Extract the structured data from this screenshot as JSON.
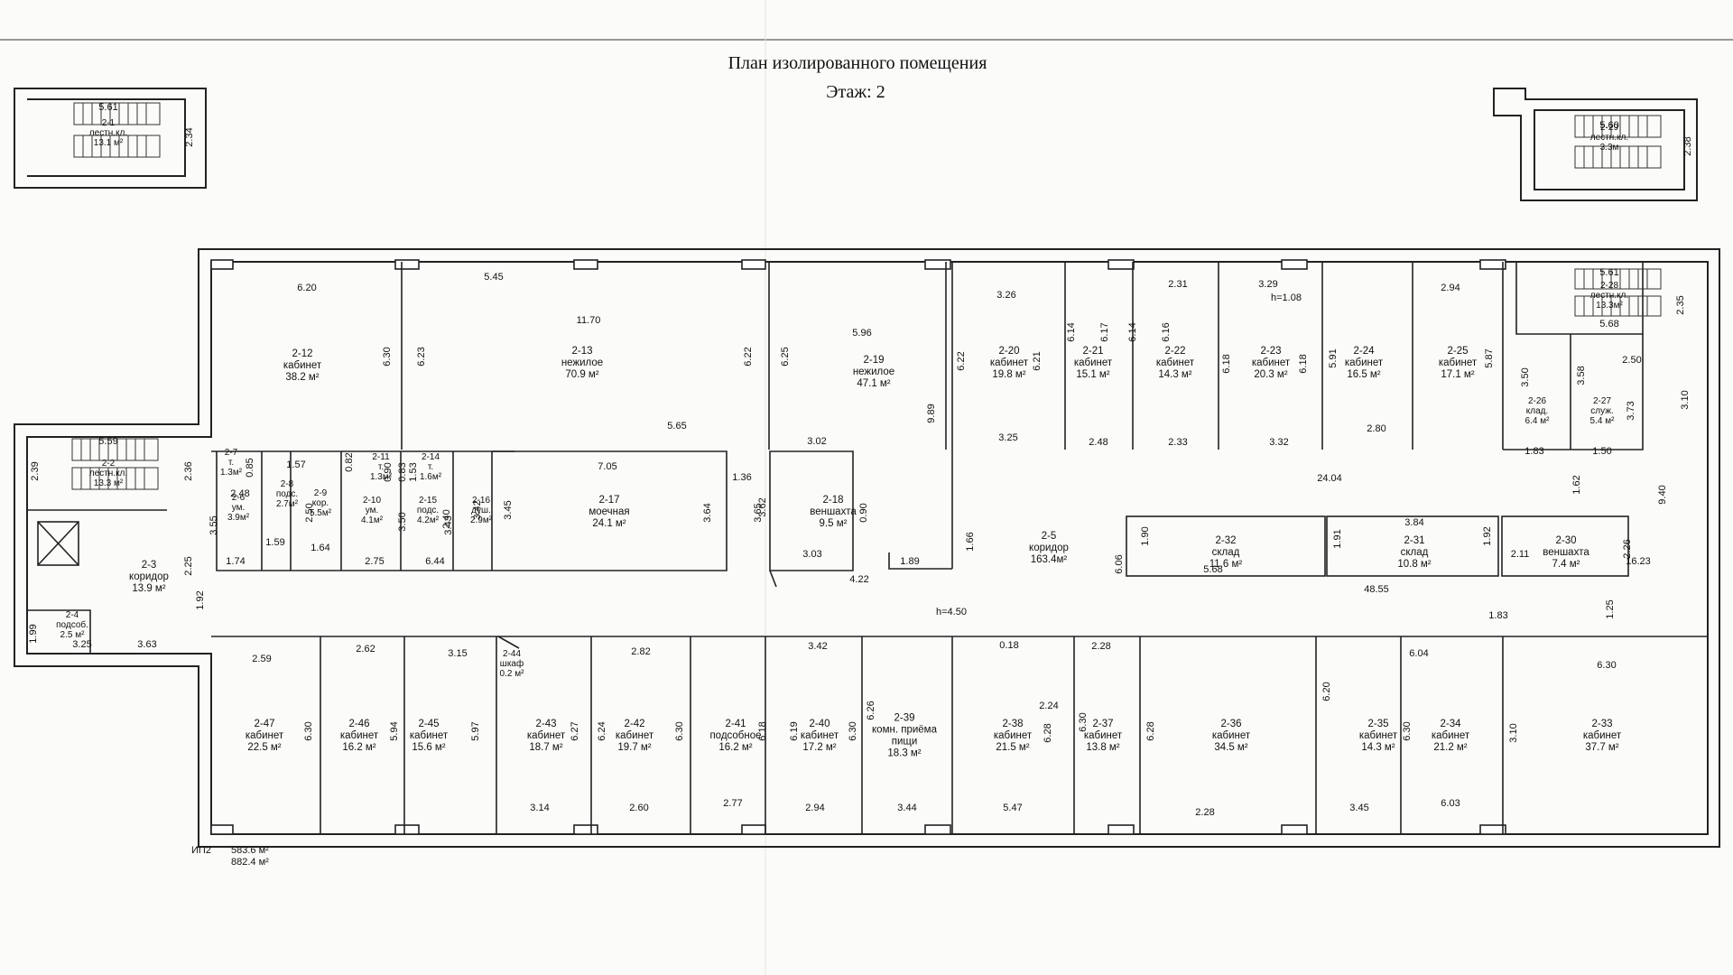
{
  "title": "План изолированного помещения",
  "floor": "Этаж: 2",
  "footer": {
    "code": "ИП2",
    "area1": "583.6 м²",
    "area2": "882.4 м²"
  },
  "rooms": [
    {
      "id": "2-1",
      "name": "лестн.кл.",
      "area": "13.1 м²"
    },
    {
      "id": "2-2",
      "name": "лестн.кл.",
      "area": "13.3 м²"
    },
    {
      "id": "2-3",
      "name": "коридор",
      "area": "13.9 м²"
    },
    {
      "id": "2-4",
      "name": "подсоб.",
      "area": "2.5 м²"
    },
    {
      "id": "2-5",
      "name": "коридор",
      "area": "163.4м²"
    },
    {
      "id": "2-6",
      "name": "ум.",
      "area": "3.9м²"
    },
    {
      "id": "2-7",
      "name": "т.",
      "area": "1.3м²"
    },
    {
      "id": "2-8",
      "name": "подс.",
      "area": "2.7м²"
    },
    {
      "id": "2-9",
      "name": "кор.",
      "area": "5.5м²"
    },
    {
      "id": "2-10",
      "name": "ум.",
      "area": "4.1м²"
    },
    {
      "id": "2-11",
      "name": "т.",
      "area": "1.3м²"
    },
    {
      "id": "2-12",
      "name": "кабинет",
      "area": "38.2 м²"
    },
    {
      "id": "2-13",
      "name": "нежилое",
      "area": "70.9 м²"
    },
    {
      "id": "2-14",
      "name": "т.",
      "area": "1.6м²"
    },
    {
      "id": "2-15",
      "name": "подс.",
      "area": "4.2м²"
    },
    {
      "id": "2-16",
      "name": "душ.",
      "area": "2.9м²"
    },
    {
      "id": "2-17",
      "name": "моечная",
      "area": "24.1 м²"
    },
    {
      "id": "2-18",
      "name": "веншахта",
      "area": "9.5 м²"
    },
    {
      "id": "2-19",
      "name": "нежилое",
      "area": "47.1 м²"
    },
    {
      "id": "2-20",
      "name": "кабинет",
      "area": "19.8 м²"
    },
    {
      "id": "2-21",
      "name": "кабинет",
      "area": "15.1 м²"
    },
    {
      "id": "2-22",
      "name": "кабинет",
      "area": "14.3 м²"
    },
    {
      "id": "2-23",
      "name": "кабинет",
      "area": "20.3 м²"
    },
    {
      "id": "2-24",
      "name": "кабинет",
      "area": "16.5 м²"
    },
    {
      "id": "2-25",
      "name": "кабинет",
      "area": "17.1 м²"
    },
    {
      "id": "2-26",
      "name": "клад.",
      "area": "6.4 м²"
    },
    {
      "id": "2-27",
      "name": "служ.",
      "area": "5.4 м²"
    },
    {
      "id": "2-28",
      "name": "лестн.кл.",
      "area": "13.3м²"
    },
    {
      "id": "2-29",
      "name": "лестн.кл.",
      "area": "3.3м"
    },
    {
      "id": "2-30",
      "name": "веншахта",
      "area": "7.4 м²"
    },
    {
      "id": "2-31",
      "name": "склад",
      "area": "10.8 м²"
    },
    {
      "id": "2-32",
      "name": "склад",
      "area": "11.6 м²"
    },
    {
      "id": "2-33",
      "name": "кабинет",
      "area": "37.7 м²"
    },
    {
      "id": "2-34",
      "name": "кабинет",
      "area": "21.2 м²"
    },
    {
      "id": "2-35",
      "name": "кабинет",
      "area": "14.3 м²"
    },
    {
      "id": "2-36",
      "name": "кабинет",
      "area": "34.5 м²"
    },
    {
      "id": "2-37",
      "name": "кабинет",
      "area": "13.8 м²"
    },
    {
      "id": "2-38",
      "name": "кабинет",
      "area": "21.5 м²"
    },
    {
      "id": "2-39",
      "name": "комн. приёма",
      "name2": "пищи",
      "area": "18.3 м²"
    },
    {
      "id": "2-40",
      "name": "кабинет",
      "area": "17.2 м²"
    },
    {
      "id": "2-41",
      "name": "подсобное",
      "area": "16.2 м²"
    },
    {
      "id": "2-42",
      "name": "кабинет",
      "area": "19.7 м²"
    },
    {
      "id": "2-43",
      "name": "кабинет",
      "area": "18.7 м²"
    },
    {
      "id": "2-44",
      "name": "шкаф",
      "area": "0.2 м²"
    },
    {
      "id": "2-45",
      "name": "кабинет",
      "area": "15.6 м²"
    },
    {
      "id": "2-46",
      "name": "кабинет",
      "area": "16.2 м²"
    },
    {
      "id": "2-47",
      "name": "кабинет",
      "area": "22.5 м²"
    }
  ],
  "dims": [
    "5.61",
    "2.34",
    "5.60",
    "2.38",
    "5.59",
    "2.39",
    "2.36",
    "6.20",
    "5.45",
    "11.70",
    "5.96",
    "3.26",
    "2.31",
    "3.29",
    "h=1.08",
    "2.94",
    "2.35",
    "5.61",
    "5.68",
    "6.30",
    "6.23",
    "6.22",
    "6.25",
    "6.22",
    "6.21",
    "6.14",
    "6.17",
    "6.14",
    "6.16",
    "6.18",
    "6.18",
    "5.91",
    "5.87",
    "3.50",
    "3.58",
    "3.73",
    "2.50",
    "3.10",
    "9.89",
    "5.65",
    "7.05",
    "1.36",
    "3.02",
    "3.25",
    "2.48",
    "2.33",
    "3.32",
    "2.80",
    "1.83",
    "1.50",
    "1.62",
    "24.04",
    "9.40",
    "0.85",
    "1.57",
    "0.82",
    "0.90",
    "0.83",
    "1.53",
    "2.48",
    "3.55",
    "2.50",
    "3.50",
    "2.40",
    "3.43",
    "3.42",
    "3.45",
    "3.64",
    "3.62",
    "3.65",
    "0.90",
    "1.66",
    "1.59",
    "1.64",
    "1.74",
    "2.75",
    "6.44",
    "3.03",
    "4.22",
    "1.89",
    "2.25",
    "1.92",
    "6.06",
    "1.90",
    "5.68",
    "1.91",
    "3.84",
    "1.92",
    "2.11",
    "2.26",
    "16.23",
    "48.55",
    "h=4.50",
    "1.83",
    "1.25",
    "1.99",
    "3.25",
    "3.63",
    "2.59",
    "2.62",
    "3.15",
    "2.82",
    "3.42",
    "0.18",
    "2.24",
    "2.28",
    "6.04",
    "6.30",
    "6.30",
    "5.94",
    "5.97",
    "6.27",
    "6.24",
    "6.30",
    "6.18",
    "6.19",
    "6.30",
    "6.26",
    "6.28",
    "6.30",
    "6.28",
    "6.20",
    "6.30",
    "3.10",
    "3.14",
    "2.60",
    "2.77",
    "2.94",
    "3.44",
    "5.47",
    "2.28",
    "3.45",
    "6.03"
  ]
}
